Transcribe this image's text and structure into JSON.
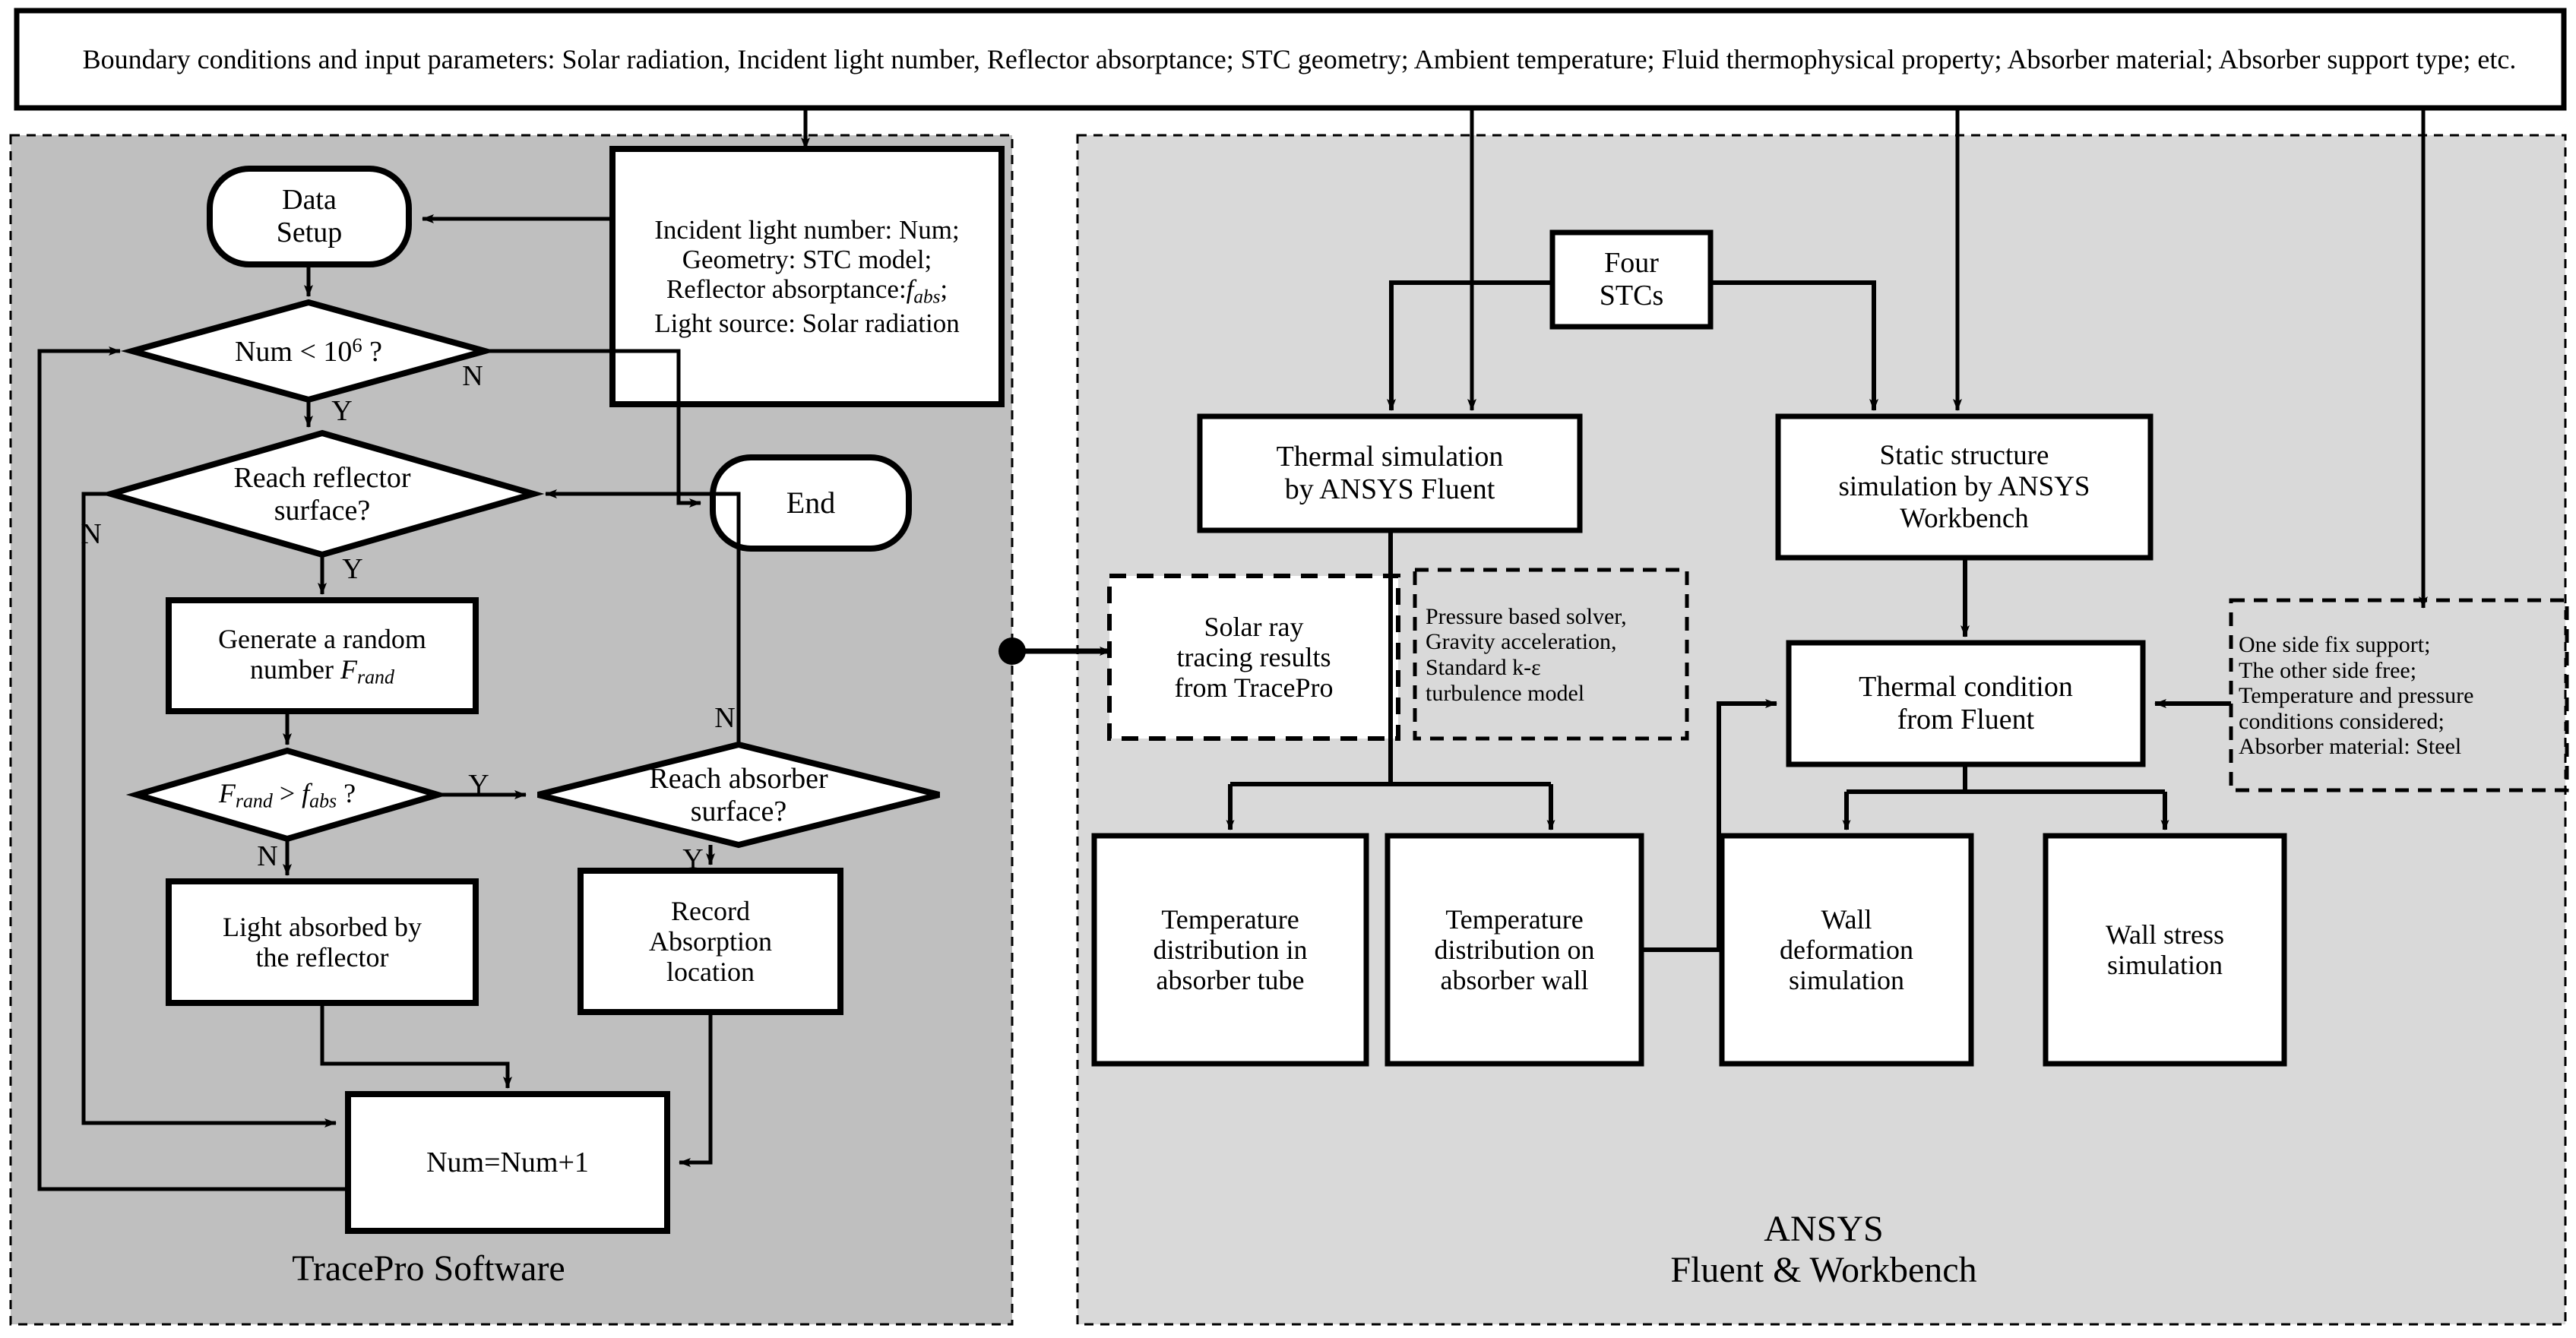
{
  "diagram": {
    "title_banner": "Boundary conditions and input parameters: Solar radiation, Incident light number, Reflector absorptance; STC geometry; Ambient temperature; Fluid thermophysical property; Absorber material; Absorber support type; etc.",
    "panels": [
      {
        "id": "tracepro",
        "label": "TracePro Software",
        "fill": "#bfbfbf"
      },
      {
        "id": "ansys",
        "label_line1": "ANSYS",
        "label_line2": "Fluent & Workbench",
        "fill": "#d9d9d9"
      }
    ],
    "colors": {
      "stroke": "#000000",
      "node_fill": "#ffffff",
      "left_panel": "#bfbfbf",
      "right_panel": "#d9d9d9",
      "page": "#ffffff"
    },
    "left_nodes": {
      "data_setup_l1": "Data",
      "data_setup_l2": "Setup",
      "params_l1": "Incident light number: Num;",
      "params_l2": "Geometry: STC model;",
      "params_l3_pre": "Reflector absorptance:",
      "params_l3_var": "f",
      "params_l3_sub": "abs",
      "params_l3_post": ";",
      "params_l4": "Light source: Solar radiation",
      "num_check_pre": "Num < 10",
      "num_check_sup": "6",
      "num_check_post": "?",
      "end": "End",
      "reach_reflector_l1": "Reach reflector",
      "reach_reflector_l2": "surface?",
      "gen_random_l1": "Generate a random",
      "gen_random_l2_pre": "number ",
      "gen_random_l2_var": "F",
      "gen_random_l2_sub": "rand",
      "frand_cmp_var1": "F",
      "frand_cmp_sub1": "rand",
      "frand_cmp_op": " > ",
      "frand_cmp_var2": "f",
      "frand_cmp_sub2": "abs",
      "frand_cmp_q": " ?",
      "reach_absorber_l1": "Reach absorber",
      "reach_absorber_l2": "surface?",
      "light_absorbed_l1": "Light absorbed by",
      "light_absorbed_l2": "the reflector",
      "record_l1": "Record",
      "record_l2": "Absorption",
      "record_l3": "location",
      "num_increment": "Num=Num+1"
    },
    "right_nodes": {
      "four_stcs_l1": "Four",
      "four_stcs_l2": "STCs",
      "thermal_sim_l1": "Thermal simulation",
      "thermal_sim_l2": "by ANSYS Fluent",
      "static_struct_l1": "Static structure",
      "static_struct_l2": "simulation by ANSYS",
      "static_struct_l3": "Workbench",
      "solar_ray_l1": "Solar ray",
      "solar_ray_l2": "tracing results",
      "solar_ray_l3": "from TracePro",
      "solver_l1": "Pressure based solver,",
      "solver_l2": "Gravity acceleration,",
      "solver_l3": "Standard k-ε",
      "solver_l4": "turbulence model",
      "thermal_cond_l1": "Thermal condition",
      "thermal_cond_l2": "from Fluent",
      "support_l1": "One side fix support;",
      "support_l2": "The other side free;",
      "support_l3": "Temperature and pressure",
      "support_l4": "conditions considered;",
      "support_l5": "Absorber material: Steel",
      "temp_tube_l1": "Temperature",
      "temp_tube_l2": "distribution in",
      "temp_tube_l3": "absorber tube",
      "temp_wall_l1": "Temperature",
      "temp_wall_l2": "distribution on",
      "temp_wall_l3": "absorber wall",
      "wall_def_l1": "Wall",
      "wall_def_l2": "deformation",
      "wall_def_l3": "simulation",
      "wall_stress_l1": "Wall stress",
      "wall_stress_l2": "simulation"
    },
    "edge_labels": {
      "num_check_no": "N",
      "num_check_yes": "Y",
      "reach_reflector_no": "N",
      "reach_reflector_yes": "Y",
      "frand_yes": "Y",
      "frand_no": "N",
      "reach_absorber_no": "N",
      "reach_absorber_yes": "Y"
    }
  }
}
